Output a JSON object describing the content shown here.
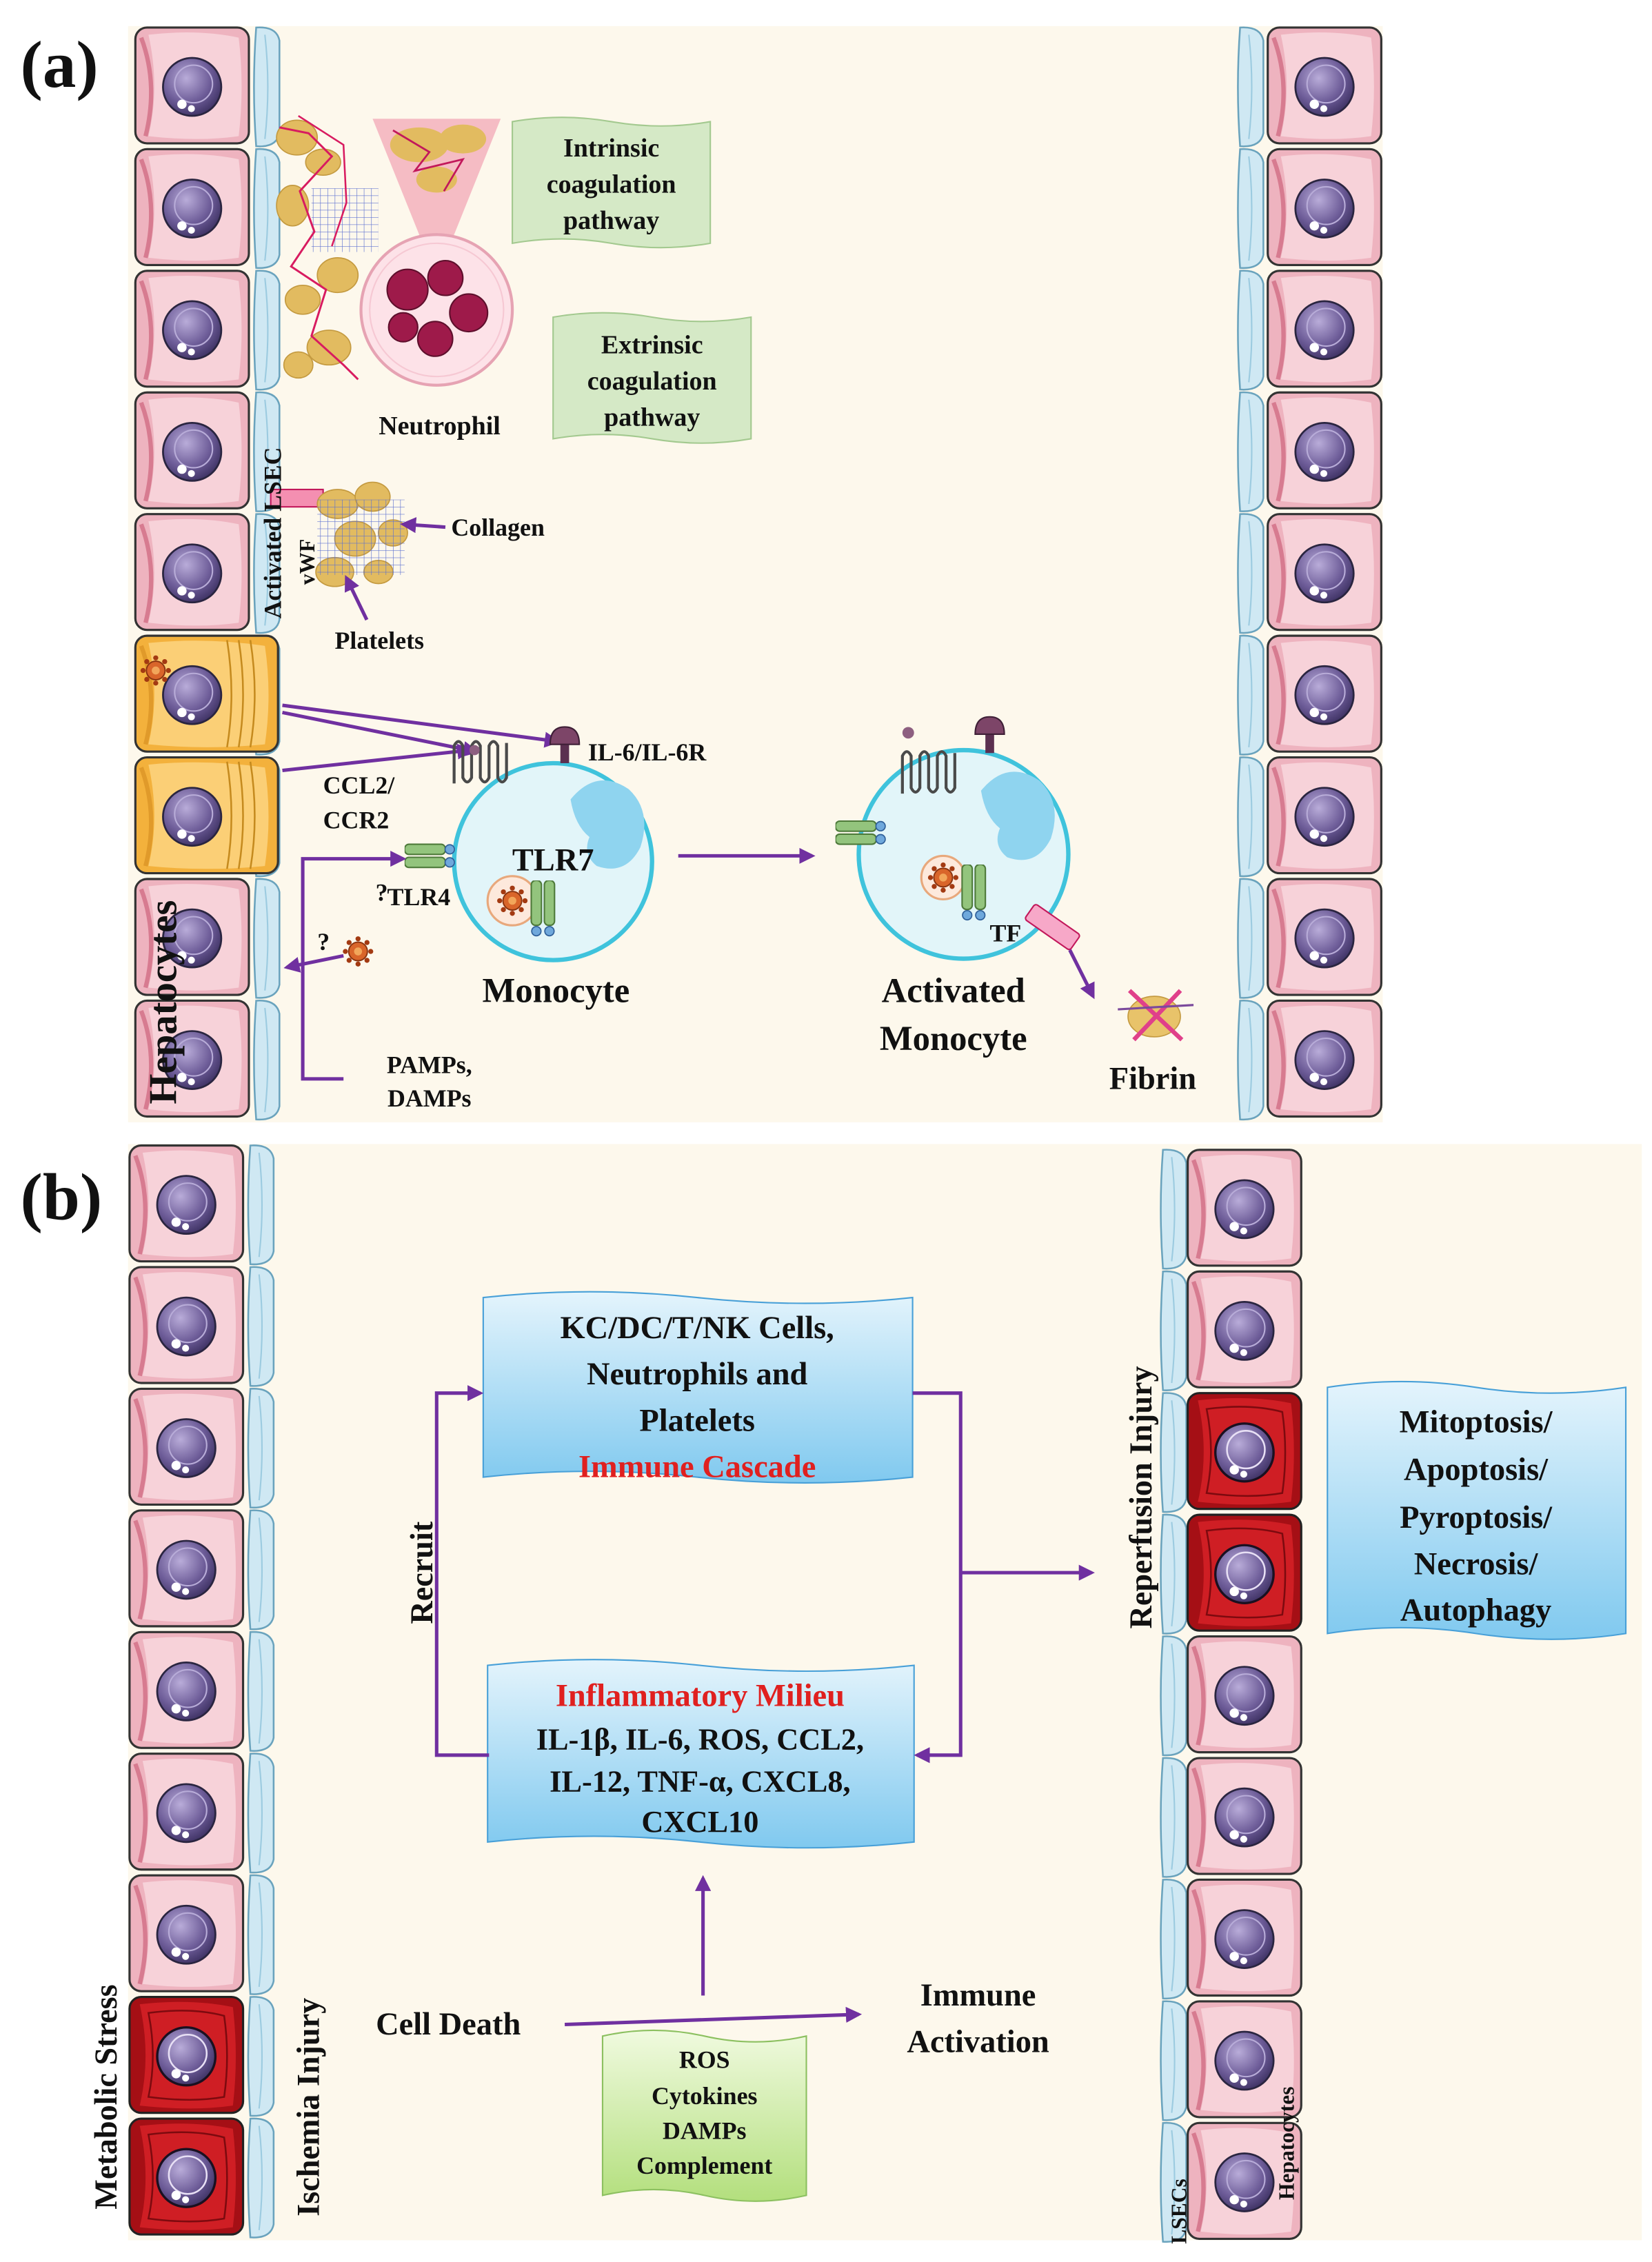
{
  "panel_a": {
    "label": "(a)",
    "intrinsic_box": [
      "Intrinsic",
      "coagulation",
      "pathway"
    ],
    "extrinsic_box": [
      "Extrinsic",
      "coagulation",
      "pathway"
    ],
    "neutrophil": "Neutrophil",
    "activated_lsec": "Activated LSEC",
    "vwf": "vWF",
    "collagen": "Collagen",
    "platelets": "Platelets",
    "il6_receptor": "IL-6/IL-6R",
    "ccl2_ccr2": [
      "CCL2/",
      "CCR2"
    ],
    "tlr7": "TLR7",
    "tlr4": "TLR4",
    "question_marks": [
      "?",
      "?"
    ],
    "hepatocytes": "Hepatocytes",
    "monocyte": "Monocyte",
    "pamps_damps": [
      "PAMPs,",
      "DAMPs"
    ],
    "activated_monocyte": [
      "Activated",
      "Monocyte"
    ],
    "tf": "TF",
    "fibrin": "Fibrin"
  },
  "panel_b": {
    "label": "(b)",
    "immune_cascade_box": {
      "lines": [
        "KC/DC/T/NK Cells,",
        "Neutrophils and",
        "Platelets"
      ],
      "highlight": "Immune Cascade"
    },
    "recruit": "Recruit",
    "milieu_box": {
      "highlight": "Inflammatory Milieu",
      "lines": [
        "IL-1β, IL-6, ROS, CCL2,",
        "IL-12, TNF-α, CXCL8,",
        "CXCL10"
      ]
    },
    "reperfusion_injury": "Reperfusion Injury",
    "cell_fate_box": [
      "Mitoptosis/",
      "Apoptosis/",
      "Pyroptosis/",
      "Necrosis/",
      "Autophagy"
    ],
    "metabolic_stress": "Metabolic Stress",
    "ischemia_injury": "Ischemia Injury",
    "cell_death": "Cell Death",
    "immune_activation": [
      "Immune",
      "Activation"
    ],
    "triggers_box": [
      "ROS",
      "Cytokines",
      "DAMPs",
      "Complement"
    ],
    "lsecs": "LSECs",
    "hepatocytes": "Hepatocytes"
  },
  "colors": {
    "arrow": "#7030a0",
    "highlight_text": "#e0201f",
    "hepatocyte": "#eeb3bf",
    "infected_hepatocyte": "#f3b13c",
    "injured_hepatocyte": "#a50f15",
    "lsec": "#cfe8f3",
    "monocyte_membrane": "#3fc3dc"
  }
}
